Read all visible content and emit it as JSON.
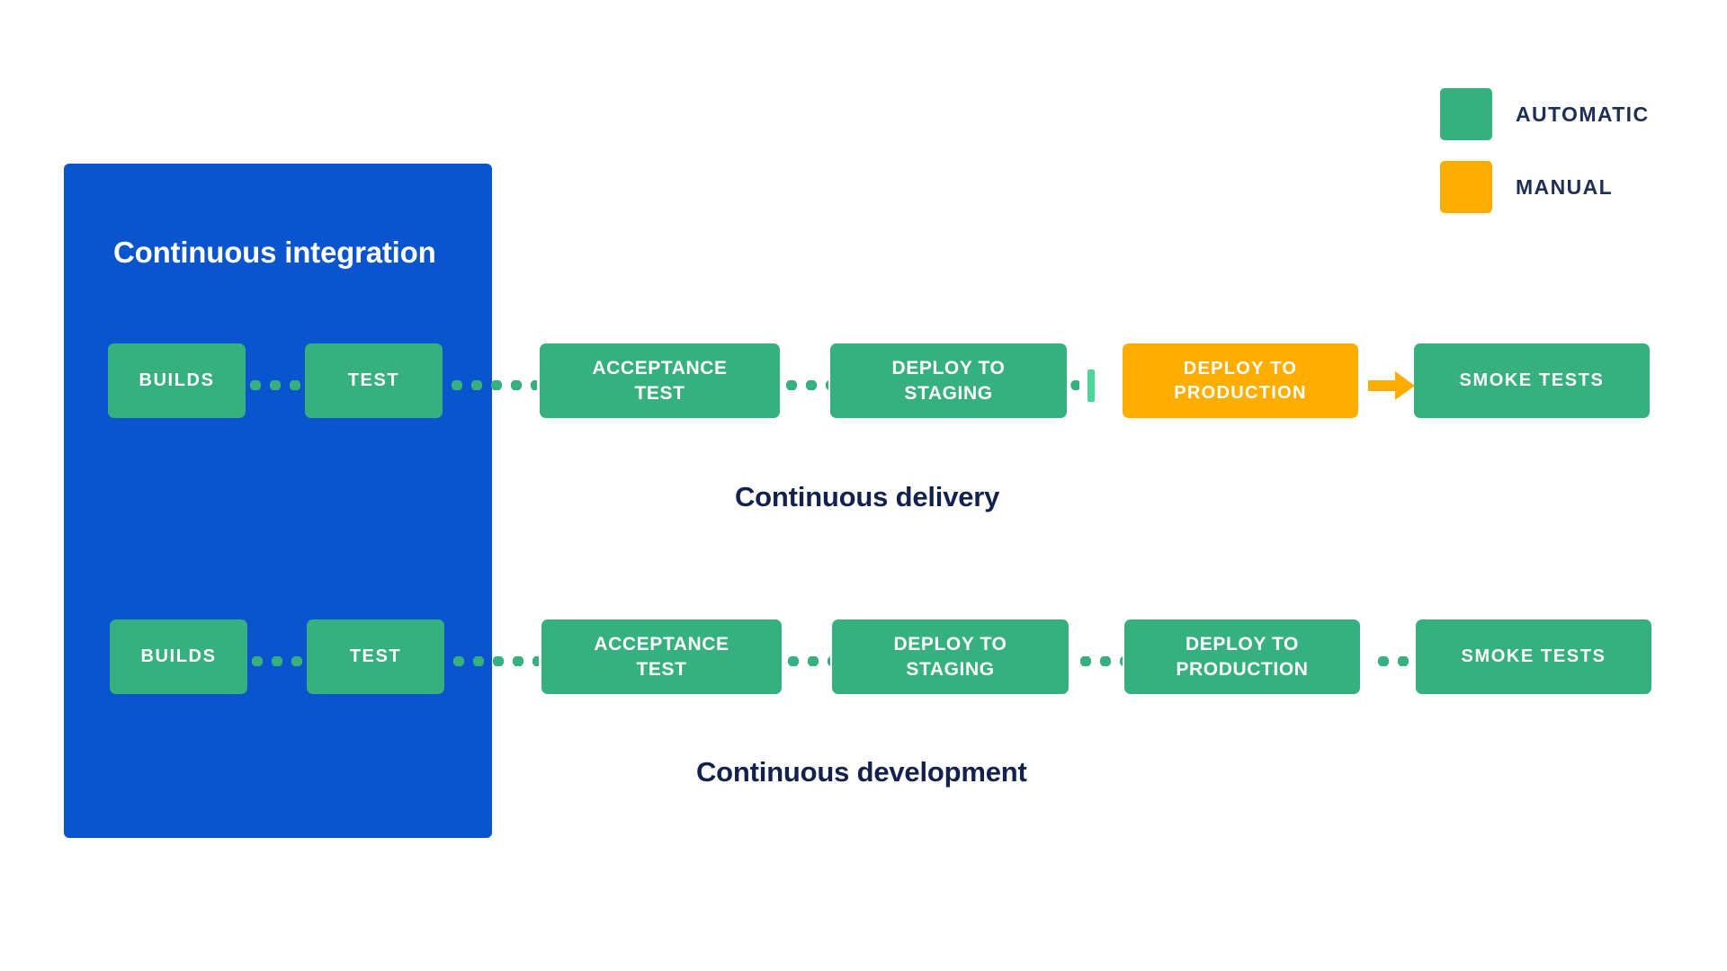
{
  "diagram": {
    "ci_panel": {
      "title": "Continuous integration",
      "color": "#0a55ce"
    },
    "colors": {
      "automatic": "#35b07e",
      "manual": "#ffae00",
      "panel_blue": "#0a55ce",
      "caption_navy": "#11224c",
      "connector_green": "#35b07e",
      "tick_green": "#4dd497",
      "arrow_orange": "#ffae00"
    },
    "legend": {
      "items": [
        {
          "label": "AUTOMATIC",
          "swatch": "#35b07e",
          "icon": "square-swatch-icon"
        },
        {
          "label": "MANUAL",
          "swatch": "#ffae00",
          "icon": "square-swatch-icon"
        }
      ]
    },
    "rows": [
      {
        "caption": "Continuous delivery",
        "stages": [
          {
            "label": "BUILDS",
            "type": "automatic"
          },
          {
            "label": "TEST",
            "type": "automatic"
          },
          {
            "label": "ACCEPTANCE TEST",
            "line1": "ACCEPTANCE",
            "line2": "TEST",
            "type": "automatic"
          },
          {
            "label": "DEPLOY TO STAGING",
            "line1": "DEPLOY TO",
            "line2": "STAGING",
            "type": "automatic"
          },
          {
            "label": "DEPLOY TO PRODUCTION",
            "line1": "DEPLOY TO",
            "line2": "PRODUCTION",
            "type": "manual"
          },
          {
            "label": "SMOKE TESTS",
            "type": "automatic"
          }
        ],
        "connectors": [
          "dotted",
          "dotted",
          "dotted",
          "dotted-tick",
          "arrow"
        ]
      },
      {
        "caption": "Continuous development",
        "stages": [
          {
            "label": "BUILDS",
            "type": "automatic"
          },
          {
            "label": "TEST",
            "type": "automatic"
          },
          {
            "label": "ACCEPTANCE TEST",
            "line1": "ACCEPTANCE",
            "line2": "TEST",
            "type": "automatic"
          },
          {
            "label": "DEPLOY TO STAGING",
            "line1": "DEPLOY TO",
            "line2": "STAGING",
            "type": "automatic"
          },
          {
            "label": "DEPLOY TO PRODUCTION",
            "line1": "DEPLOY TO",
            "line2": "PRODUCTION",
            "type": "automatic"
          },
          {
            "label": "SMOKE TESTS",
            "type": "automatic"
          }
        ],
        "connectors": [
          "dotted",
          "dotted",
          "dotted",
          "dotted",
          "dotted"
        ]
      }
    ]
  }
}
